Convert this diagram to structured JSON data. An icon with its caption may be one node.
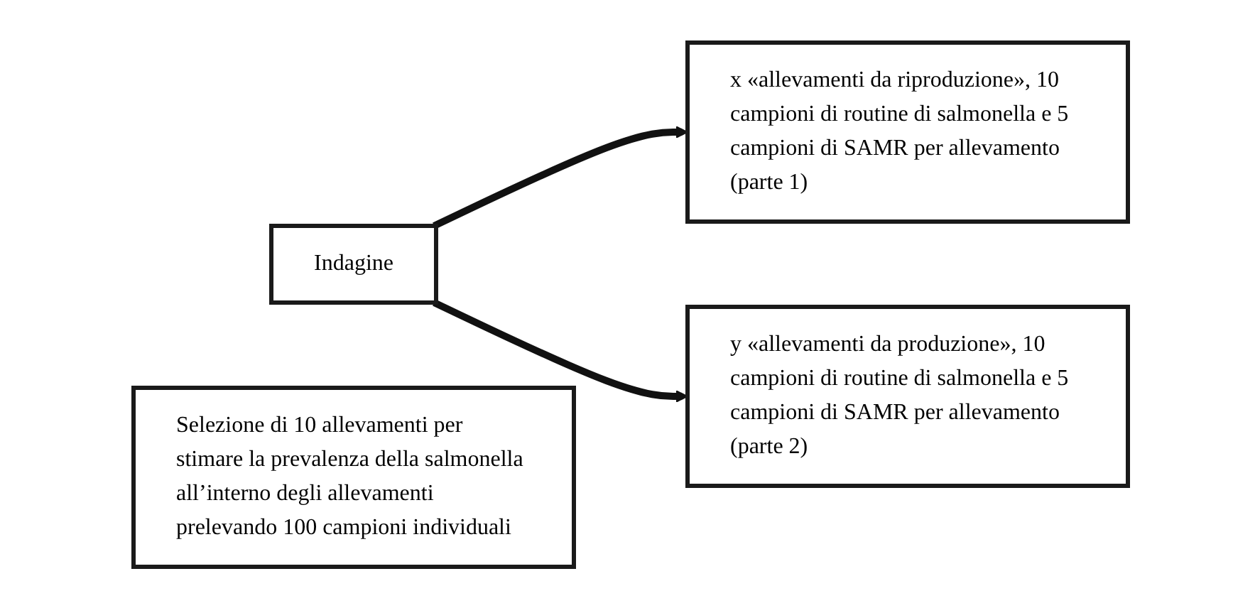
{
  "diagram": {
    "nodes": [
      {
        "text": [
          "Indagine"
        ]
      },
      {
        "text": [
          "x «allevamenti da riproduzione», 10 campioni di routine di salmonella e 5 campioni di SAMR per allevamento (parte 1)"
        ]
      },
      {
        "text": [
          "y «allevamenti da produzione», 10 campioni di routine di salmonella e 5 campioni di SAMR per allevamento (parte 2)"
        ]
      },
      {
        "text": [
          "Selezione di 10 allevamenti per stimare la prevalenza della salmonella all’interno degli allevamenti prelevando 100 campioni individuali"
        ]
      }
    ],
    "edges": [
      {
        "from": 0,
        "to": 1,
        "arrow": "to"
      },
      {
        "from": 0,
        "to": 2,
        "arrow": "to"
      }
    ]
  }
}
